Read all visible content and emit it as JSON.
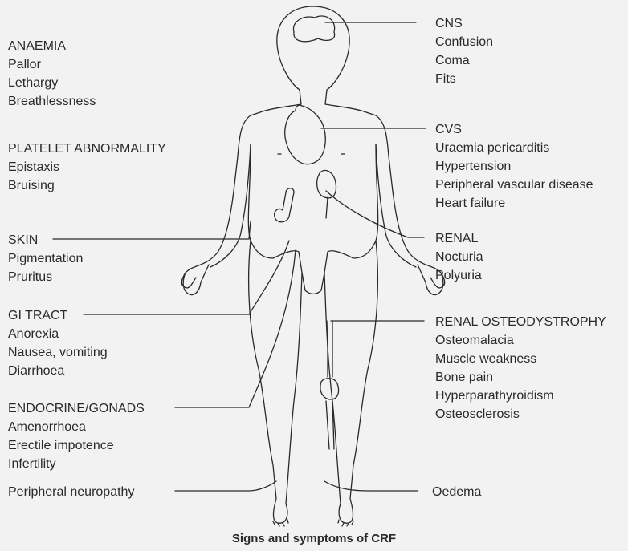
{
  "groups": {
    "anaemia": {
      "head": "ANAEMIA",
      "items": [
        "Pallor",
        "Lethargy",
        "Breathlessness"
      ]
    },
    "platelet": {
      "head": "PLATELET ABNORMALITY",
      "items": [
        "Epistaxis",
        "Bruising"
      ]
    },
    "skin": {
      "head": "SKIN",
      "items": [
        "Pigmentation",
        "Pruritus"
      ]
    },
    "gi": {
      "head": "GI TRACT",
      "items": [
        "Anorexia",
        "Nausea, vomiting",
        "Diarrhoea"
      ]
    },
    "endocrine": {
      "head": "ENDOCRINE/GONADS",
      "items": [
        "Amenorrhoea",
        "Erectile impotence",
        "Infertility"
      ]
    },
    "neuropathy": {
      "head": "Peripheral neuropathy",
      "items": []
    },
    "cns": {
      "head": "CNS",
      "items": [
        "Confusion",
        "Coma",
        "Fits"
      ]
    },
    "cvs": {
      "head": "CVS",
      "items": [
        "Uraemia pericarditis",
        "Hypertension",
        "Peripheral vascular disease",
        "Heart failure"
      ]
    },
    "renal": {
      "head": "RENAL",
      "items": [
        "Nocturia",
        "Polyuria"
      ]
    },
    "osteo": {
      "head": "RENAL OSTEODYSTROPHY",
      "items": [
        "Osteomalacia",
        "Muscle weakness",
        "Bone pain",
        "Hyperparathyroidism",
        "Osteosclerosis"
      ]
    },
    "oedema": {
      "head": "Oedema",
      "items": []
    }
  },
  "caption": "Signs and symptoms of CRF",
  "colors": {
    "background": "#f2f2f2",
    "ink": "#2a2a2a"
  }
}
